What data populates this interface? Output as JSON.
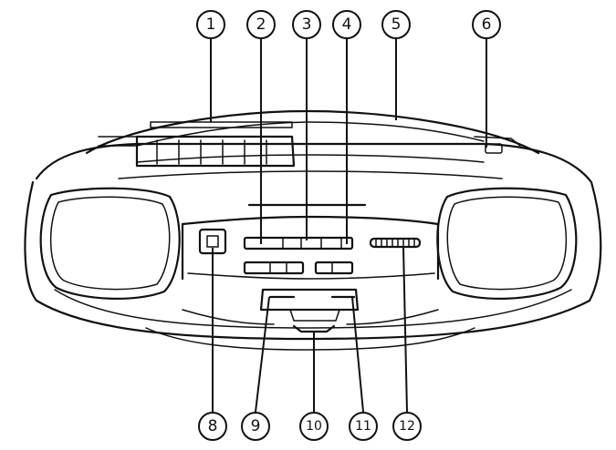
{
  "figure": {
    "description_colors": {
      "line": "#111111",
      "background": "#ffffff"
    },
    "callouts": [
      {
        "id": "1",
        "label": "1"
      },
      {
        "id": "2",
        "label": "2"
      },
      {
        "id": "3",
        "label": "3"
      },
      {
        "id": "4",
        "label": "4"
      },
      {
        "id": "5",
        "label": "5"
      },
      {
        "id": "6",
        "label": "6"
      },
      {
        "id": "8",
        "label": "8"
      },
      {
        "id": "9",
        "label": "9"
      },
      {
        "id": "10",
        "label": "10"
      },
      {
        "id": "11",
        "label": "11"
      },
      {
        "id": "12",
        "label": "12"
      }
    ]
  }
}
